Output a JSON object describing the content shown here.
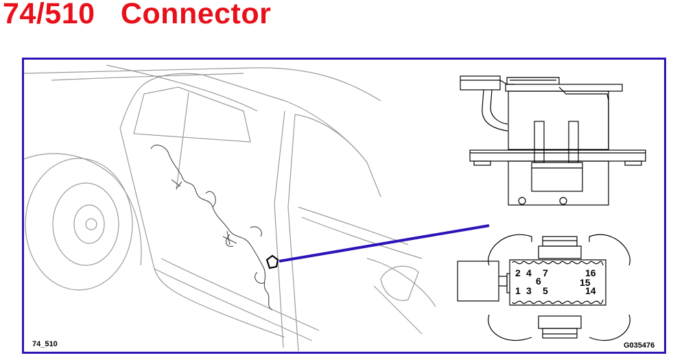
{
  "header": {
    "title": "74/510   Connector"
  },
  "figure": {
    "left_ref": "74_510",
    "right_ref": "G035476",
    "pins": {
      "p1": "1",
      "p2": "2",
      "p3": "3",
      "p4": "4",
      "p5": "5",
      "p6": "6",
      "p7": "7",
      "p14": "14",
      "p15": "15",
      "p16": "16"
    }
  },
  "colors": {
    "title": "#e8101a",
    "frame": "#2a14b8",
    "pointer": "#2a14b8"
  }
}
